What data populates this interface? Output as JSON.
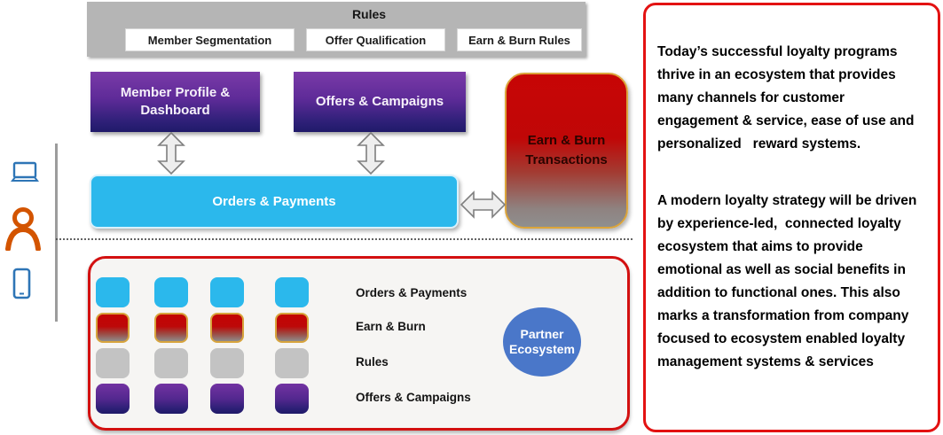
{
  "rules_bar": {
    "title": "Rules",
    "items": [
      "Member Segmentation",
      "Offer Qualification",
      "Earn & Burn Rules"
    ]
  },
  "modules": {
    "member_profile_dashboard": "Member Profile & Dashboard",
    "offers_campaigns": "Offers & Campaigns",
    "earn_burn_transactions": "Earn & Burn Transactions",
    "orders_payments": "Orders & Payments"
  },
  "channel_icons": [
    {
      "name": "laptop-icon"
    },
    {
      "name": "person-icon"
    },
    {
      "name": "smartphone-icon"
    }
  ],
  "legend": {
    "rows": [
      {
        "color_name": "cyan",
        "hex": "#2bb8ec",
        "label": "Orders & Payments"
      },
      {
        "color_name": "red",
        "hex": "#c00000",
        "label": "Earn & Burn"
      },
      {
        "color_name": "gray",
        "hex": "#c3c3c3",
        "label": "Rules"
      },
      {
        "color_name": "purple",
        "hex": "#5b2d90",
        "label": "Offers & Campaigns"
      }
    ]
  },
  "partner_ecosystem": {
    "label": "Partner Ecosystem"
  },
  "sidebar": {
    "paragraphs": [
      "Today’s successful loyalty programs thrive in an ecosystem that provides many channels for customer engagement & service, ease of use and personalized   reward systems.",
      "A modern loyalty strategy will be driven by experience-led,  connected loyalty ecosystem that aims to provide emotional as well as social benefits in addition to functional ones. This also marks a transformation from company focused to ecosystem enabled loyalty management systems & services"
    ]
  },
  "colors": {
    "cyan": "#2bb8ec",
    "purple_top": "#7a3aa8",
    "purple_bottom": "#201a69",
    "red_top": "#c70505",
    "fade_gray": "#8f8f8f",
    "orange_border": "#dba43a",
    "rules_gray": "#b5b5b5",
    "panel_border_red": "#d31010",
    "partner_blue": "#4a77c9",
    "icon_blue": "#2e75b6",
    "icon_orange": "#d35400"
  }
}
